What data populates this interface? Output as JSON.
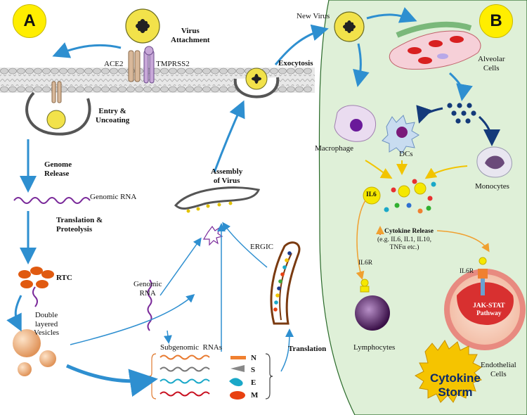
{
  "panel_a": {
    "badge": "A",
    "labels": {
      "virus_attachment": "Virus\nAttachment",
      "ace2": "ACE2",
      "tmprss2": "TMPRSS2",
      "entry": "Entry &\nUncoating",
      "genome_release": "Genome\nRelease",
      "genomic_rna": "Genomic RNA",
      "translation_proteolysis": "Translation &\nProteolysis",
      "rtc": "RTC",
      "vesicles": "Double\nlayered\nVesicles",
      "genomic_rna_2": "Genomic\nRNA",
      "subgenomic": "Subgenomic  RNAs",
      "assembly": "Assembly\nof Virus",
      "ergic": "ERGIC",
      "exocytosis": "Exocytosis",
      "translation": "Translation",
      "new_virus": "New Virus"
    },
    "proteins": [
      "N",
      "S",
      "E",
      "M"
    ]
  },
  "panel_b": {
    "badge": "B",
    "labels": {
      "alveolar": "Alveolar\nCells",
      "macrophage": "Macrophage",
      "dcs": "DCs",
      "monocytes": "Monocytes",
      "il6": "IL6",
      "cytokine_release": "Cytokine Release",
      "cytokine_examples": "(e.g. IL6, IL1, IL10,\nTNFα etc.)",
      "il6r_left": "IL6R",
      "il6r_right": "IL6R",
      "jak_stat": "JAK-STAT\nPathway",
      "lymphocytes": "Lymphocytes",
      "endothelial": "Endothelial\nCells",
      "storm": "Cytokine\nStorm"
    }
  },
  "colors": {
    "arrow_blue": "#2e8fd0",
    "panel_b_bg": "#dff0d8",
    "badge_yellow": "#ffee00",
    "rna_purple": "#7a2a9a",
    "orange_arrow": "#f0a030"
  }
}
